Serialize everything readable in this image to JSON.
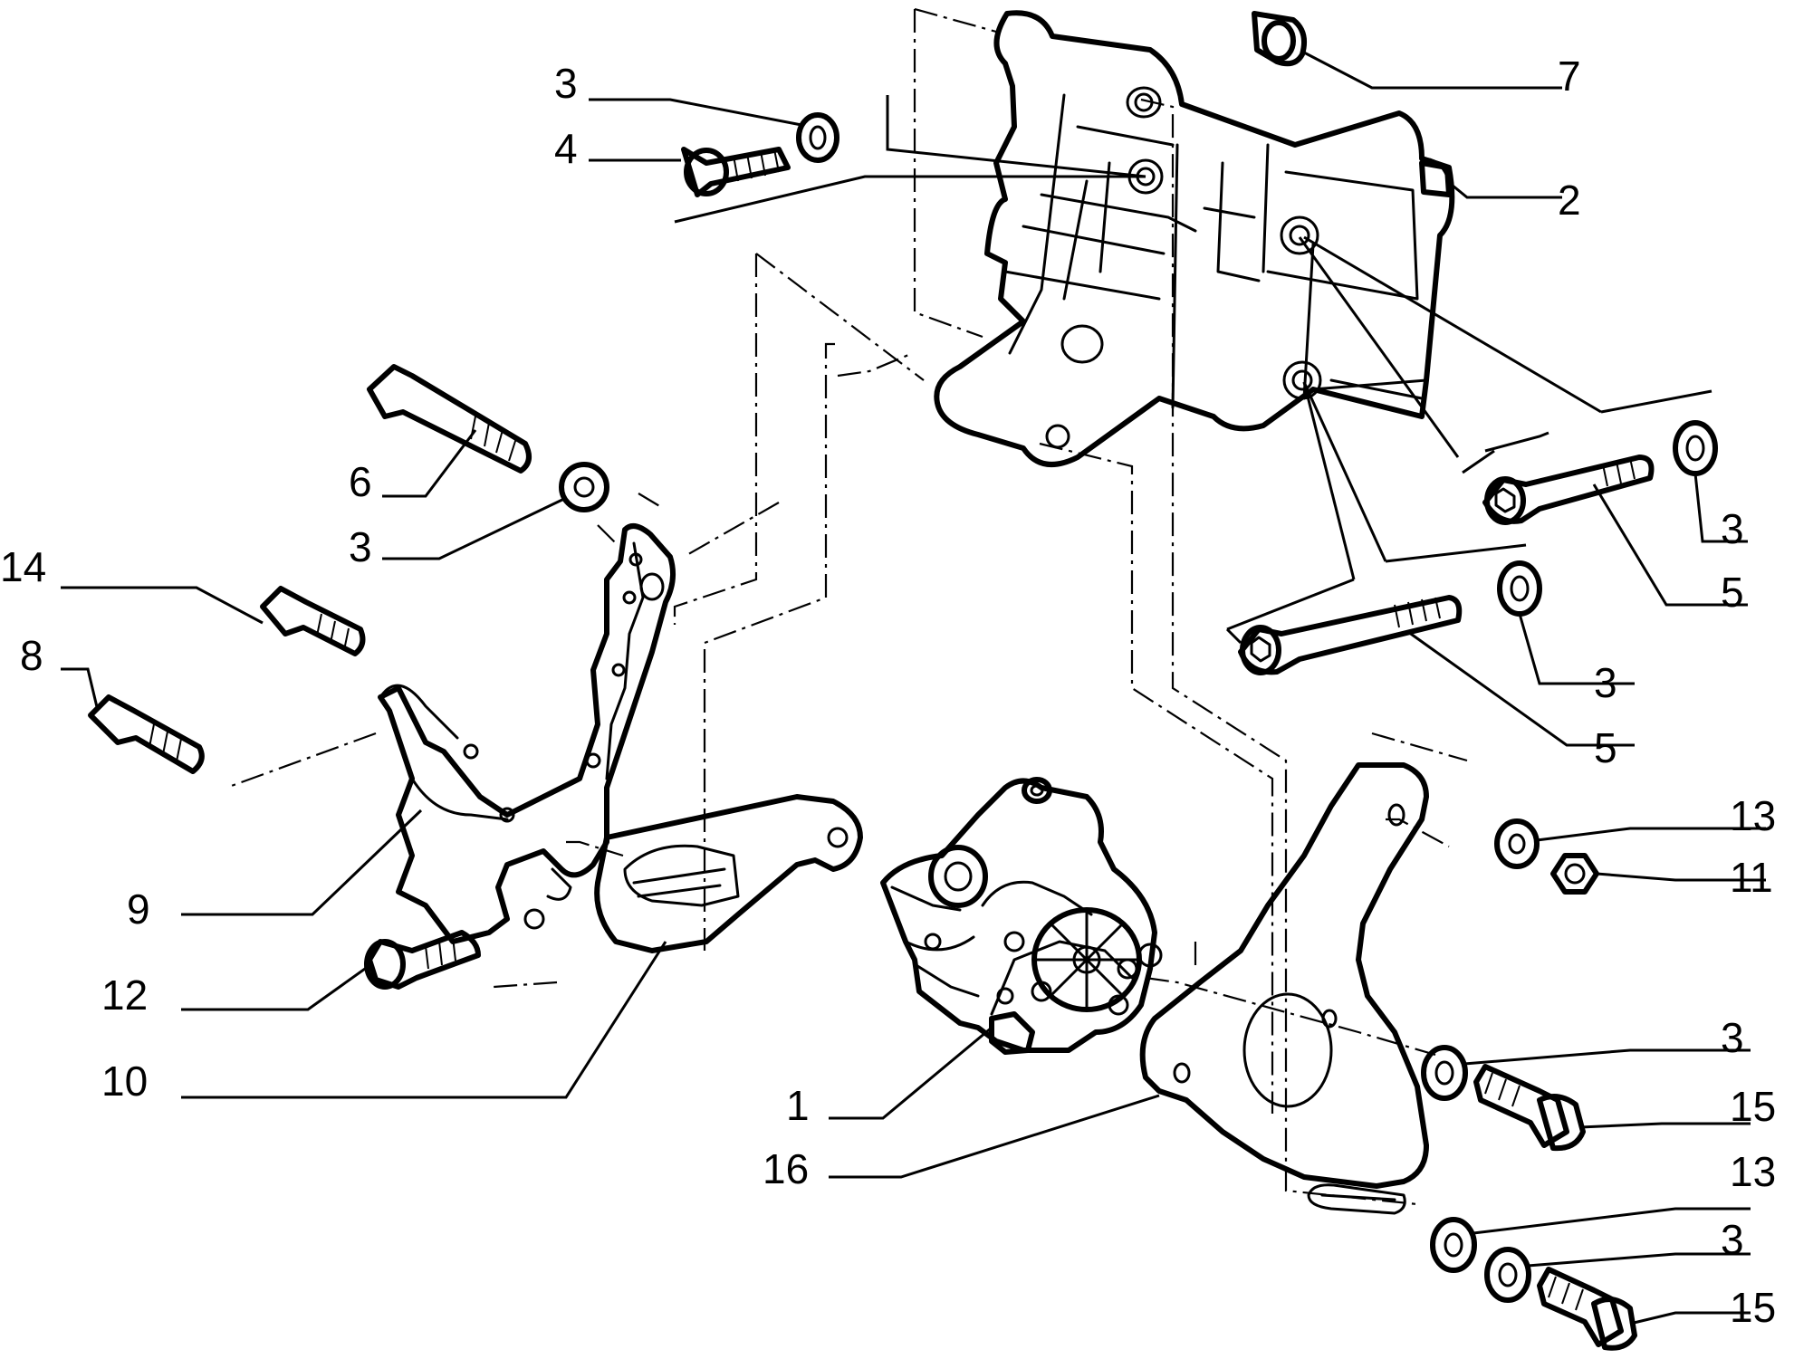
{
  "callouts": [
    {
      "id": "c3a",
      "text": "3"
    },
    {
      "id": "c4",
      "text": "4"
    },
    {
      "id": "c7",
      "text": "7"
    },
    {
      "id": "c2",
      "text": "2"
    },
    {
      "id": "c6",
      "text": "6"
    },
    {
      "id": "c3b",
      "text": "3"
    },
    {
      "id": "c14",
      "text": "14"
    },
    {
      "id": "c8",
      "text": "8"
    },
    {
      "id": "c3c",
      "text": "3"
    },
    {
      "id": "c5a",
      "text": "5"
    },
    {
      "id": "c3d",
      "text": "3"
    },
    {
      "id": "c5b",
      "text": "5"
    },
    {
      "id": "c13a",
      "text": "13"
    },
    {
      "id": "c11",
      "text": "11"
    },
    {
      "id": "c9",
      "text": "9"
    },
    {
      "id": "c12",
      "text": "12"
    },
    {
      "id": "c10",
      "text": "10"
    },
    {
      "id": "c3e",
      "text": "3"
    },
    {
      "id": "c15a",
      "text": "15"
    },
    {
      "id": "c1",
      "text": "1"
    },
    {
      "id": "c16",
      "text": "16"
    },
    {
      "id": "c13b",
      "text": "13"
    },
    {
      "id": "c3f",
      "text": "3"
    },
    {
      "id": "c15b",
      "text": "15"
    }
  ]
}
